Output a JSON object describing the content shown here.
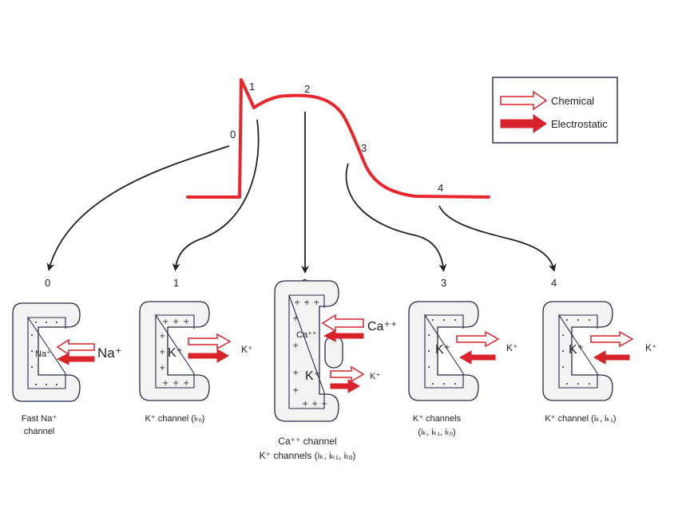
{
  "legend": {
    "chemical": "Chemical",
    "electrostatic": "Electrostatic"
  },
  "phases": {
    "p0": "0",
    "p1": "1",
    "p2": "2",
    "p3": "3",
    "p4": "4"
  },
  "channels": [
    {
      "number": "0",
      "ion_in": "Na⁺",
      "ion_out": "Na⁺",
      "caption": [
        "Fast Na⁺",
        "channel"
      ]
    },
    {
      "number": "1",
      "ion_in": "K⁺",
      "ion_out": "K⁺",
      "caption": [
        "K⁺ channel (iₜₒ)"
      ]
    },
    {
      "number": "2",
      "ion_in": "Ca⁺⁺",
      "ion_out": "Ca⁺⁺",
      "ion_in2": "K⁺",
      "ion_out2": "K⁺",
      "caption": [
        "Ca⁺⁺ channel",
        "K⁺ channels (iₖ, iₖ₁, iₜₒ)"
      ]
    },
    {
      "number": "3",
      "ion_in": "K⁺",
      "ion_out": "K⁺",
      "caption": [
        "K⁺ channels",
        "(iₖ, iₖ₁, iₜₒ)"
      ]
    },
    {
      "number": "4",
      "ion_in": "K⁺",
      "ion_out": "K⁺",
      "caption": [
        "K⁺ channel (iₖ, iₖ₁)"
      ]
    }
  ],
  "colors": {
    "action_potential": "#e8262b",
    "arrow": "#d8232a",
    "outline": "#2a2a4a"
  },
  "icons": {
    "chemical": "hollow-arrow-icon",
    "electrostatic": "solid-arrow-icon"
  }
}
